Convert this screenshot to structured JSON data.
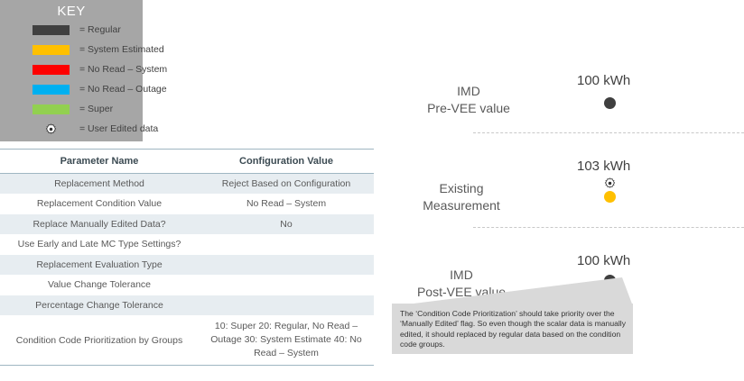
{
  "key_panel": {
    "title": "KEY",
    "items": [
      {
        "icon": "color-swatch",
        "color": "#404040",
        "label": "= Regular"
      },
      {
        "icon": "color-swatch",
        "color": "#ffc000",
        "label": "= System Estimated"
      },
      {
        "icon": "color-swatch",
        "color": "#fe0000",
        "label": "= No Read – System"
      },
      {
        "icon": "color-swatch",
        "color": "#00b0f0",
        "label": "= No Read – Outage"
      },
      {
        "icon": "color-swatch",
        "color": "#92d050",
        "label": "= Super"
      },
      {
        "icon": "gear-icon",
        "color": "#ffffff",
        "label": "= User Edited data"
      }
    ]
  },
  "table": {
    "headers": [
      "Parameter Name",
      "Configuration Value"
    ],
    "rows": [
      {
        "name": "Replacement Method",
        "value": "Reject Based on Configuration"
      },
      {
        "name": "Replacement Condition Value",
        "value": "No Read – System"
      },
      {
        "name": "Replace Manually Edited Data?",
        "value": "No"
      },
      {
        "name": "Use Early and Late MC Type Settings?",
        "value": ""
      },
      {
        "name": "Replacement Evaluation Type",
        "value": ""
      },
      {
        "name": "Value Change Tolerance",
        "value": ""
      },
      {
        "name": "Percentage Change Tolerance",
        "value": ""
      },
      {
        "name": "Condition Code Prioritization by Groups",
        "value": "10: Super\n20: Regular, No Read – Outage\n30: System Estimate\n40: No Read – System"
      }
    ]
  },
  "diagram": {
    "stages": [
      {
        "label": "IMD\nPre-VEE value",
        "value": "100 kWh",
        "dot_color": "#3f3f3f",
        "has_edit_mark": false
      },
      {
        "label": "Existing\nMeasurement",
        "value": "103 kWh",
        "dot_color": "#ffc000",
        "has_edit_mark": true
      },
      {
        "label": "IMD\nPost-VEE value",
        "value": "100 kWh",
        "dot_color": "#3f3f3f",
        "has_edit_mark": false
      }
    ],
    "callout": "The ‘Condition Code Prioritization’ should take priority over the ‘Manually Edited’ flag.  So even though the scalar data is manually edited, it should replaced by regular data based on the condition code groups."
  }
}
